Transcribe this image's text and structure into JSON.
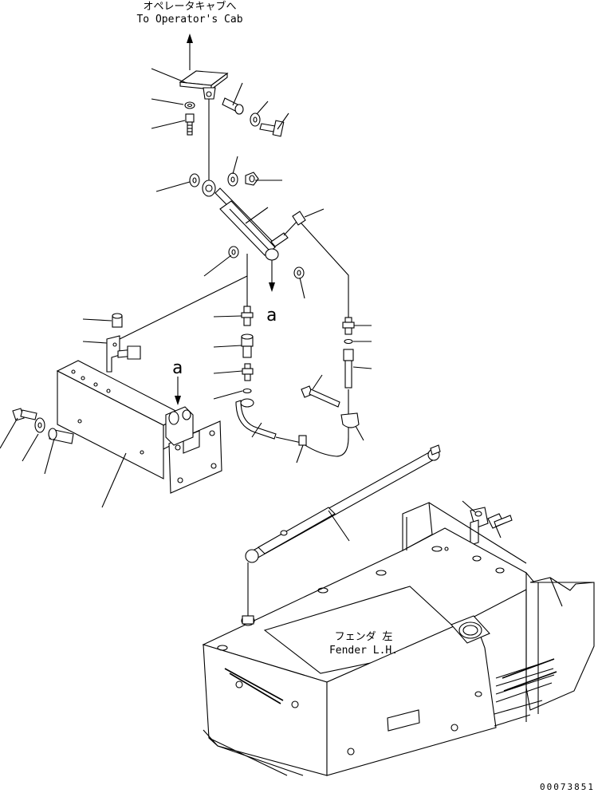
{
  "labels": {
    "to_cab_jp": "オペレータキャブへ",
    "to_cab_en": "To Operator's Cab",
    "view_a_1": "a",
    "view_a_2": "a",
    "fender_jp": "フェンダ 左",
    "fender_en": "Fender L.H.",
    "drawing_number": "00073851"
  }
}
